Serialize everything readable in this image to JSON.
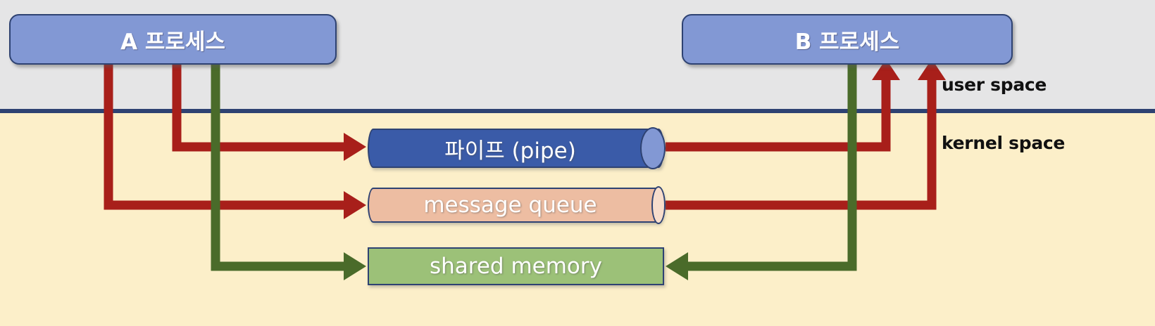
{
  "diagram": {
    "title": "IPC mechanisms between two processes",
    "colors": {
      "user_space_bg": "#e5e5e6",
      "kernel_space_bg": "#fcefc9",
      "divider": "#2e4272",
      "process_fill": "#8298d4",
      "process_border": "#2e4272",
      "pipe_fill": "#3a5ba8",
      "pipe_cap_fill": "#8298d4",
      "message_queue_fill": "#edbda2",
      "message_queue_cap_fill": "#f7ddcb",
      "shared_memory_fill": "#9cc178",
      "arrow_red": "#a81f1a",
      "arrow_green": "#4a6b2a"
    }
  },
  "spaces": {
    "user_label": "user space",
    "kernel_label": "kernel space"
  },
  "processes": {
    "a": {
      "label": "A 프로세스"
    },
    "b": {
      "label": "B 프로세스"
    }
  },
  "ipc_objects": [
    {
      "key": "pipe",
      "label": "파이프 (pipe)",
      "shape": "cylinder"
    },
    {
      "key": "message_queue",
      "label": "message queue",
      "shape": "cylinder"
    },
    {
      "key": "shared_memory",
      "label": "shared memory",
      "shape": "rectangle"
    }
  ],
  "connections": [
    {
      "from": "process-a",
      "to": "pipe",
      "color": "#a81f1a",
      "direction": "write"
    },
    {
      "from": "process-a",
      "to": "message-queue",
      "color": "#a81f1a",
      "direction": "write"
    },
    {
      "from": "process-a",
      "to": "shared-memory",
      "color": "#4a6b2a",
      "direction": "write"
    },
    {
      "from": "pipe",
      "to": "process-b",
      "color": "#a81f1a",
      "direction": "read"
    },
    {
      "from": "message-queue",
      "to": "process-b",
      "color": "#a81f1a",
      "direction": "read"
    },
    {
      "from": "process-b",
      "to": "shared-memory",
      "color": "#4a6b2a",
      "direction": "write"
    }
  ]
}
